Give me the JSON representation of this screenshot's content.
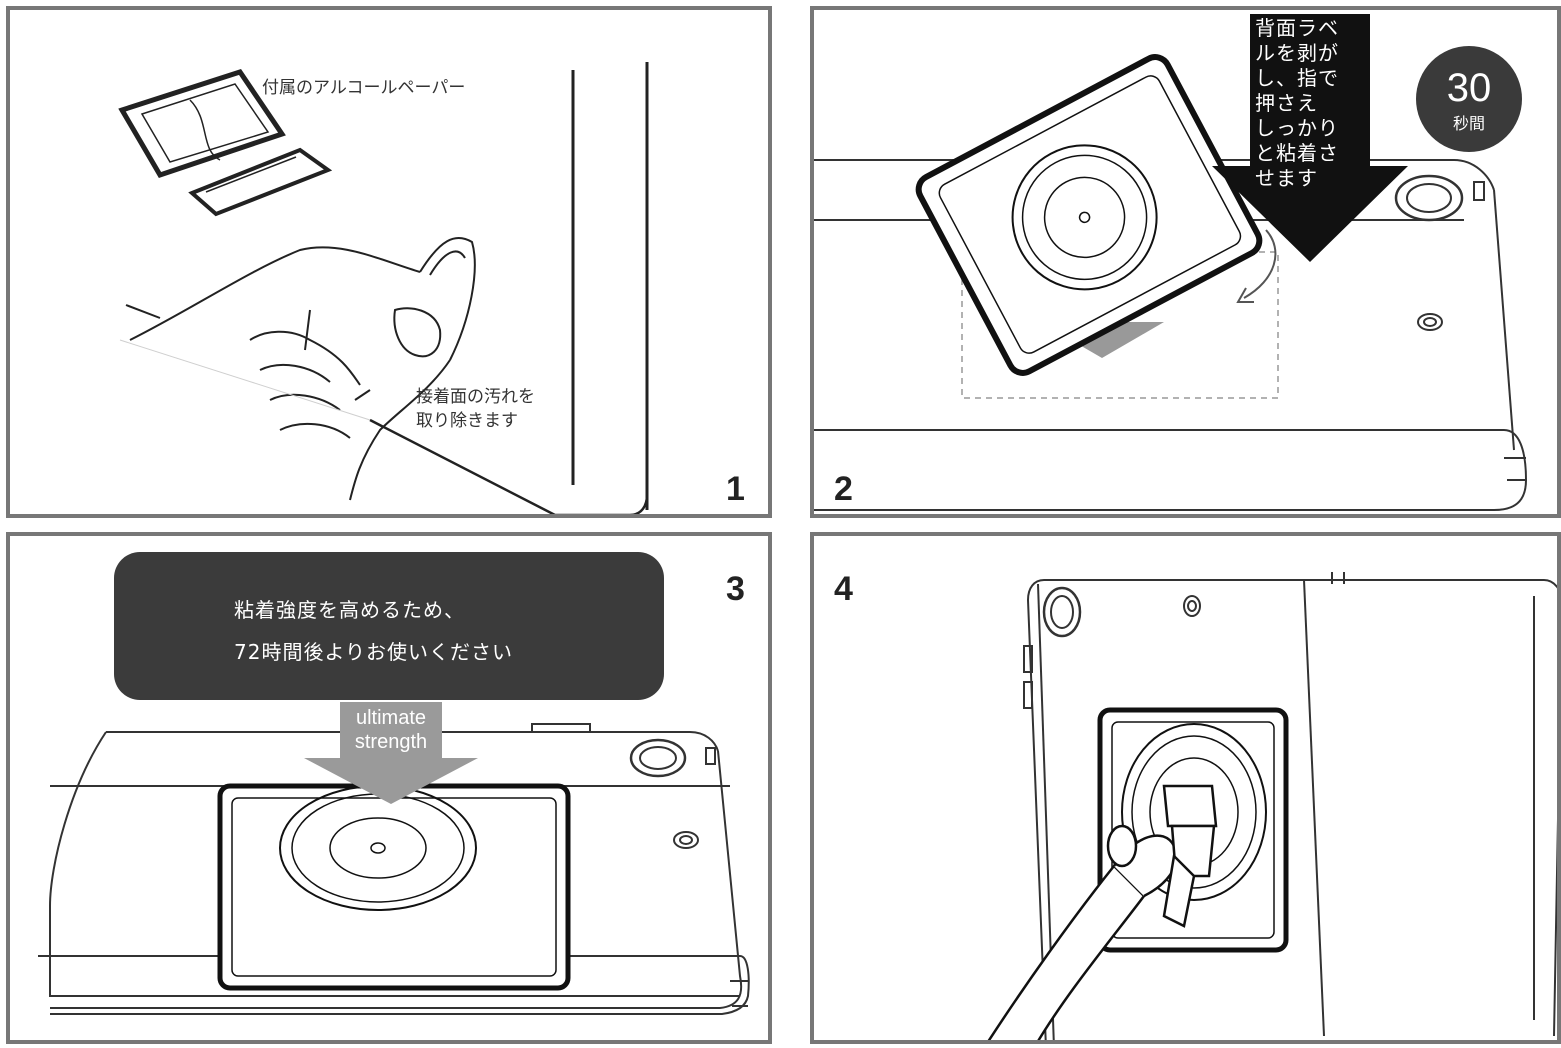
{
  "panels": [
    {
      "number": "1",
      "labels": {
        "paper": "付属のアルコールペーパー",
        "clean_line1": "接着面の汚れを",
        "clean_line2": "取り除きます"
      }
    },
    {
      "number": "2",
      "labels": {
        "peel_lines": [
          "背面ラベ",
          "ルを剥が",
          "し、指で",
          "押さえ",
          "しっかり",
          "と粘着さ",
          "せます"
        ],
        "badge_value": "30",
        "badge_unit": "秒間"
      }
    },
    {
      "number": "3",
      "labels": {
        "banner_line1": "粘着強度を高めるため、",
        "banner_line2": "72時間後よりお使いください",
        "arrow_line1": "ultimate",
        "arrow_line2": "strength"
      }
    },
    {
      "number": "4"
    }
  ],
  "colors": {
    "panel_border": "#777777",
    "dark_fill": "#3b3b3b",
    "arrow_gray": "#9a9a9a",
    "line_art": "#222222"
  }
}
